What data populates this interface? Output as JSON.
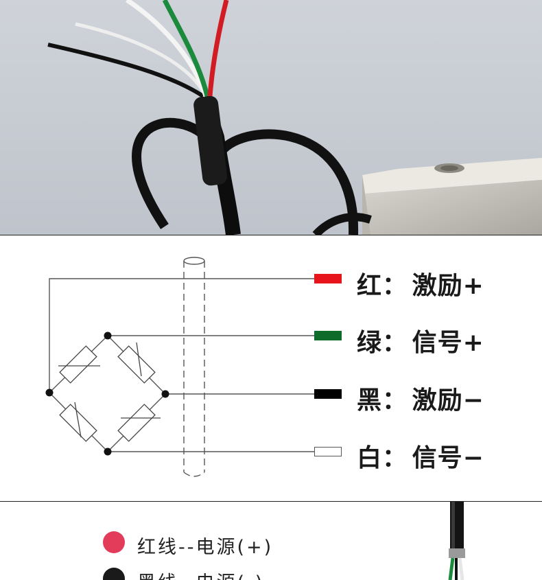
{
  "diagram": {
    "legend": [
      {
        "color_name": "红",
        "function": "激励+",
        "swatch_color": "#e8141b"
      },
      {
        "color_name": "绿",
        "function": "信号+",
        "swatch_color": "#0f6b2a"
      },
      {
        "color_name": "黑",
        "function": "激励−",
        "swatch_color": "#000000"
      },
      {
        "color_name": "白",
        "function": "信号−",
        "swatch_color": "#ffffff"
      }
    ],
    "colon": "："
  },
  "bottom": {
    "items": [
      {
        "label": "红线--电源(+)",
        "dot_color": "#e23c5a"
      },
      {
        "label": "黑线--电源(-)",
        "dot_color": "#1a1a1a"
      }
    ]
  },
  "colors": {
    "photo_bg": "#c9ced6",
    "line": "#555555",
    "divider": "#1f1f1f"
  }
}
